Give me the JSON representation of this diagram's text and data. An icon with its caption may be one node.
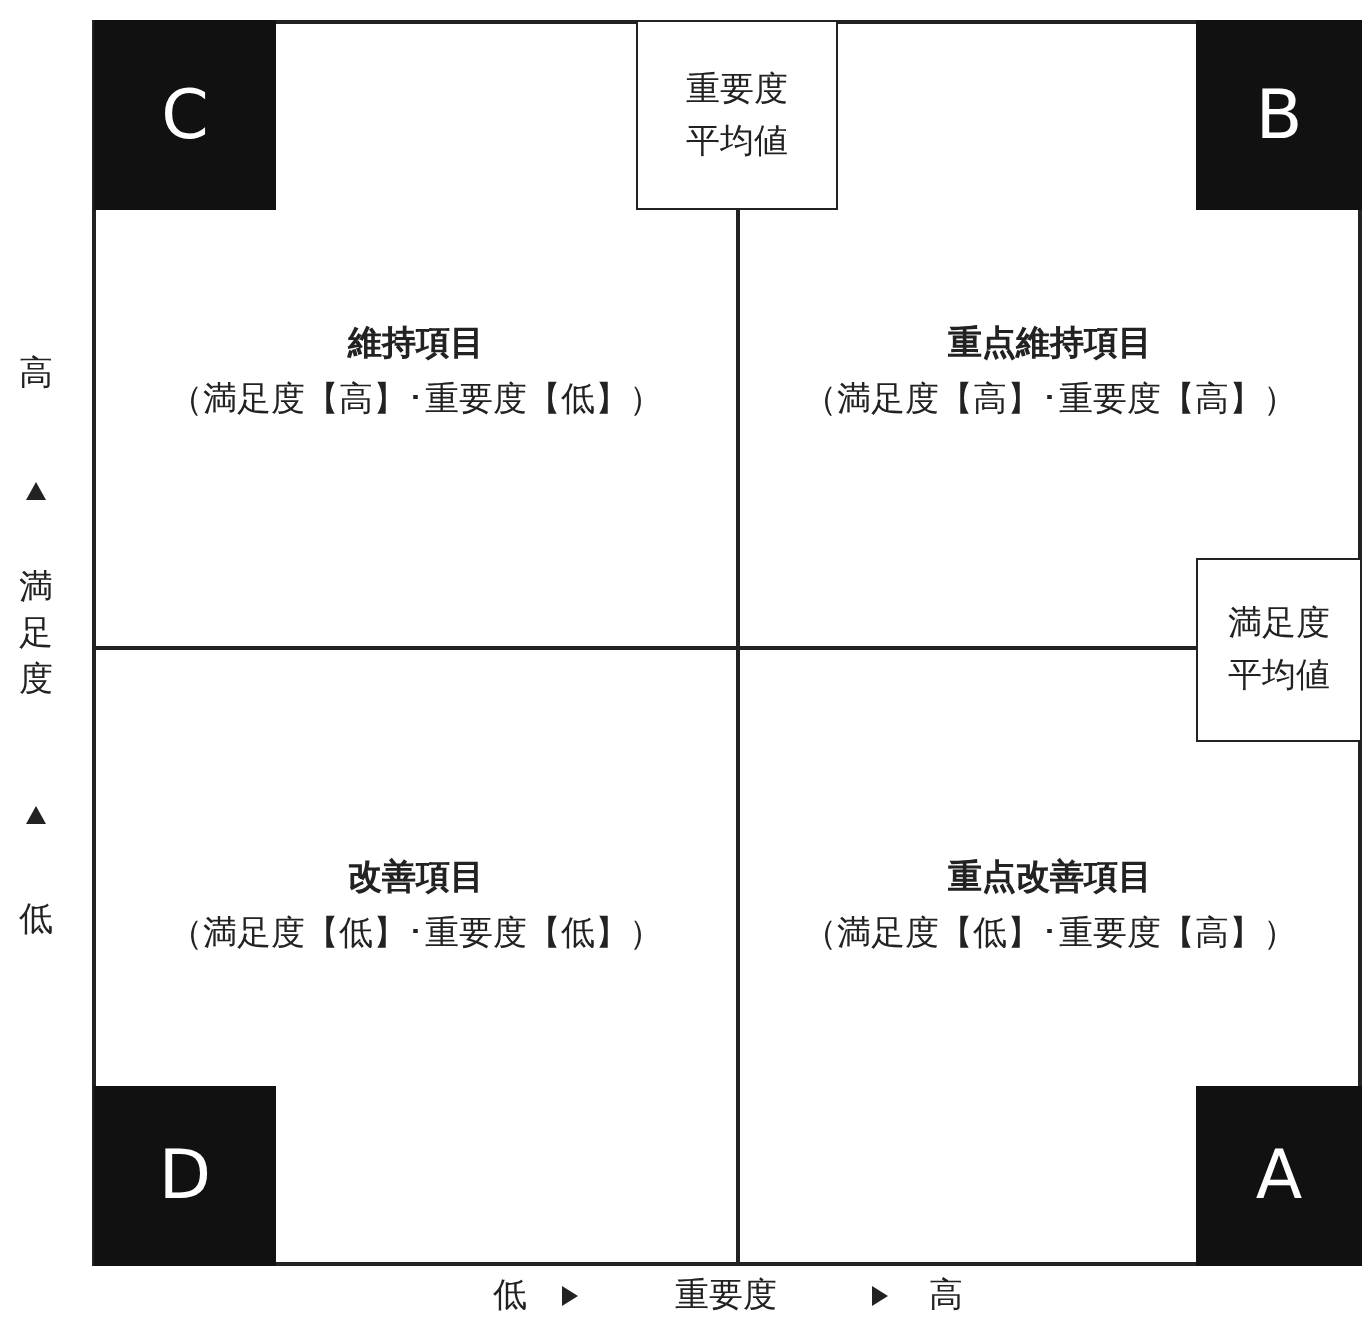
{
  "diagram": {
    "nodes": [
      {
        "text": [
          "C"
        ]
      },
      {
        "text": [
          "重要度平均値"
        ]
      },
      {
        "text": [
          "B"
        ]
      },
      {
        "text": [
          "維持項目",
          "（満足度【高】･重要度【低】）"
        ]
      },
      {
        "text": [
          "重点維持項目",
          "（満足度【高】･重要度【高】）"
        ]
      },
      {
        "text": [
          "満足度平均値"
        ]
      },
      {
        "text": [
          "改善項目",
          "（満足度【低】･重要度【低】）"
        ]
      },
      {
        "text": [
          "重点改善項目",
          "（満足度【低】･重要度【高】）"
        ]
      },
      {
        "text": [
          "D"
        ]
      },
      {
        "text": [
          "A"
        ]
      }
    ],
    "edges": [],
    "labels": [
      "高",
      "満足度",
      "低",
      "低",
      "重要度",
      "高"
    ]
  }
}
